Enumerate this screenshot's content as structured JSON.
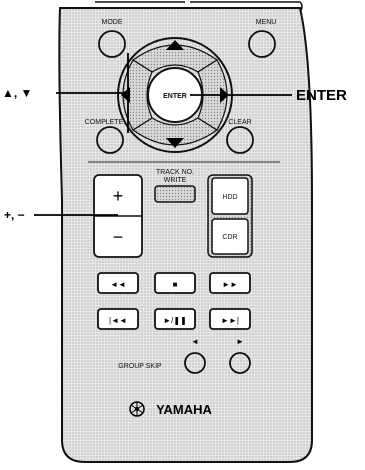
{
  "remote": {
    "top_buttons": {
      "mode": "MODE",
      "menu": "MENU"
    },
    "dpad": {
      "enter": "ENTER"
    },
    "side_buttons": {
      "complete": "COMPLETE",
      "clear": "CLEAR"
    },
    "track_write": {
      "line1": "TRACK NO.",
      "line2": "WRITE"
    },
    "volume": {
      "plus": "+",
      "minus": "−"
    },
    "source": {
      "hdd": "HDD",
      "cdr": "CDR"
    },
    "transport_row1": [
      "◄◄",
      "■",
      "►►"
    ],
    "transport_row2": [
      "|◄◄",
      "►/❚❚",
      "►►|"
    ],
    "group_skip": {
      "label": "GROUP SKIP",
      "prev": "◄",
      "next": "►"
    },
    "brand": "YAMAHA"
  },
  "callouts": {
    "up_down": "▲, ▼",
    "enter": "ENTER",
    "plus_minus": "+, −"
  }
}
